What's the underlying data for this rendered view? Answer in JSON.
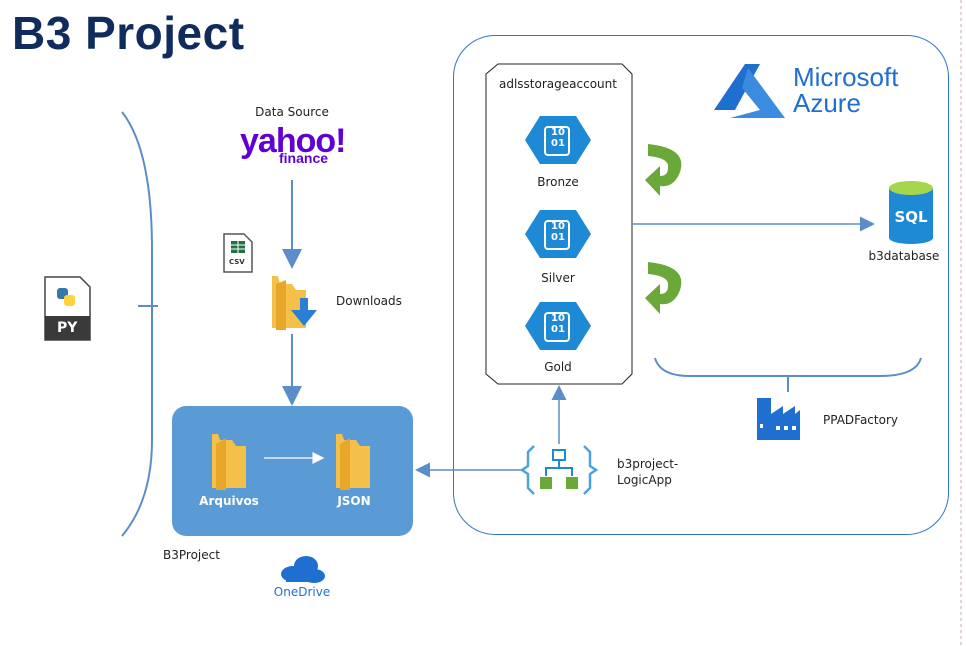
{
  "title": "B3 Project",
  "azure_brand": {
    "line1": "Microsoft",
    "line2": "Azure",
    "color": "#1f6fd1"
  },
  "data_source": {
    "label": "Data Source",
    "logo_word": "yahoo!",
    "logo_sub": "finance",
    "logo_color": "#6001d2"
  },
  "csv_icon_text": "CSV",
  "downloads_label": "Downloads",
  "python_icon_text": "PY",
  "onedrive": {
    "folder1_label": "Arquivos",
    "folder2_label": "JSON",
    "project_label": "B3Project",
    "brand": "OneDrive"
  },
  "storage": {
    "name": "adlsstorageaccount",
    "tiers": [
      {
        "label": "Bronze",
        "icon_text": "10\n01"
      },
      {
        "label": "Silver",
        "icon_text": "10\n01"
      },
      {
        "label": "Gold",
        "icon_text": "10\n01"
      }
    ]
  },
  "sql": {
    "icon_text": "SQL",
    "label": "b3database"
  },
  "factory_label": "PPADFactory",
  "logic_app": {
    "label_line1": "b3project-",
    "label_line2": "LogicApp"
  },
  "colors": {
    "title": "#0f2c5c",
    "arrow": "#5b8ec9",
    "onedrive_box": "#5b9bd5",
    "azure_border": "#2f75c8",
    "hexagon": "#1e8ad6",
    "green_arrow": "#6aa83a"
  }
}
